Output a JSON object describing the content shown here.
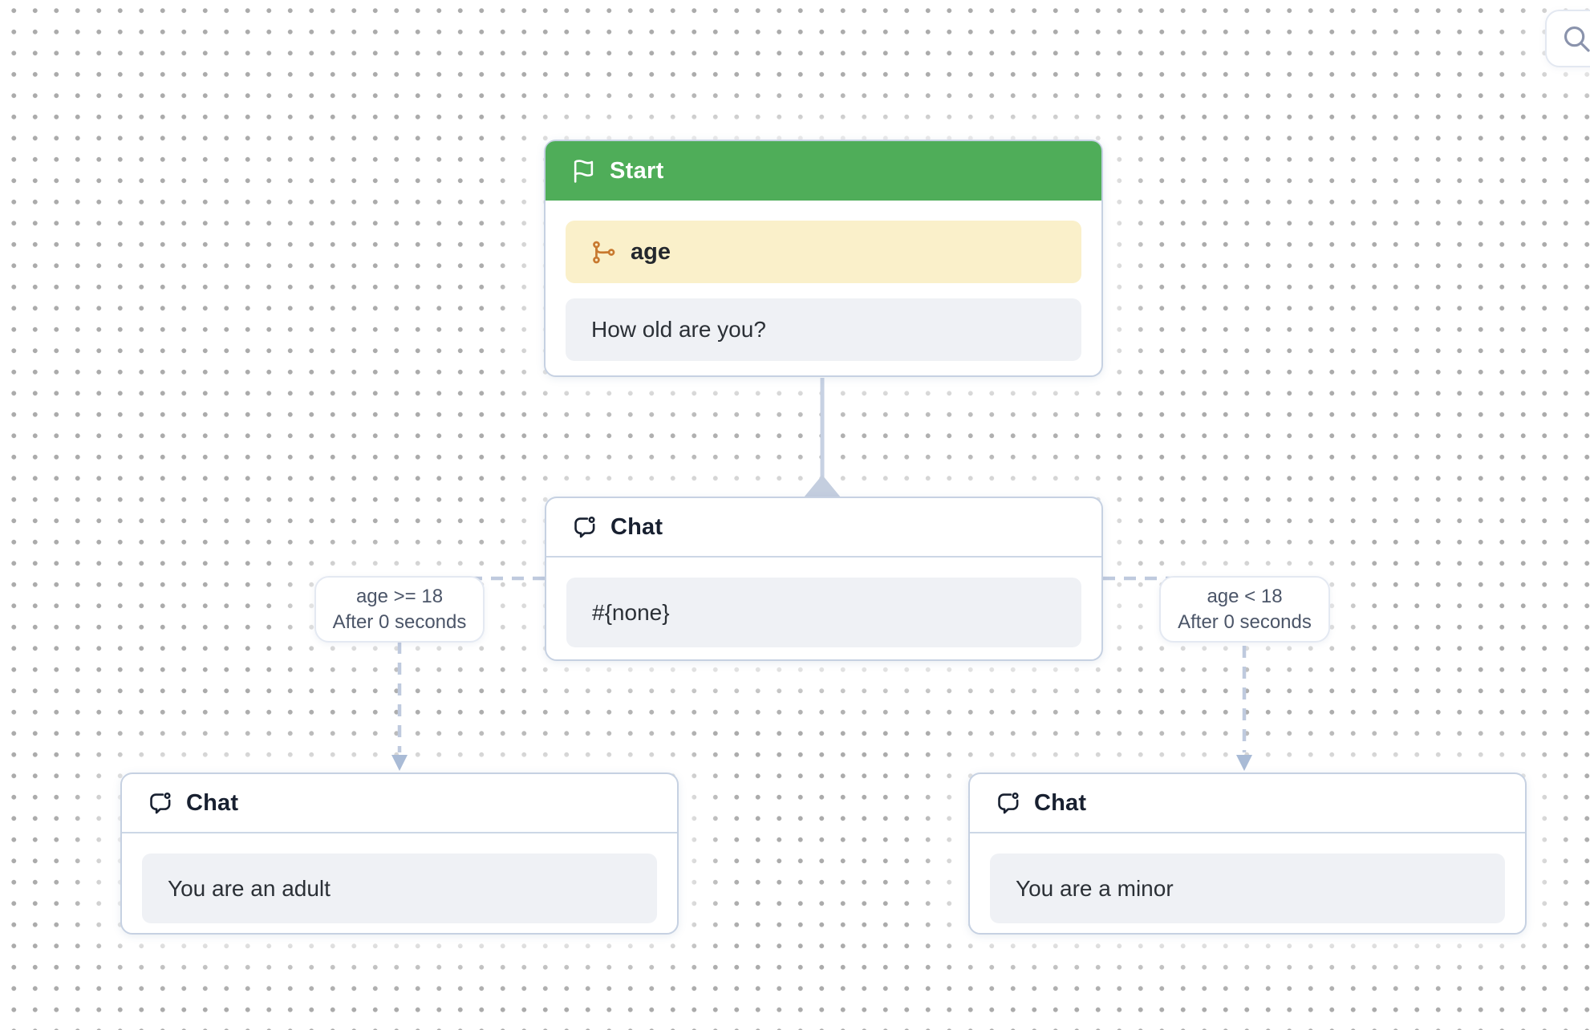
{
  "canvas": {
    "background_color": "#ffffff",
    "dot_color": "#ababab"
  },
  "toolbar": {
    "search_button_icon": "search"
  },
  "nodes": {
    "start": {
      "title": "Start",
      "title_icon": "flag",
      "variable_label": "age",
      "variable_icon": "variable-fork",
      "question": "How old are you?"
    },
    "chat_main": {
      "title": "Chat",
      "title_icon": "chat-bubble-dot",
      "message": "#{none}"
    },
    "chat_adult": {
      "title": "Chat",
      "title_icon": "chat-bubble-dot",
      "message": "You are an adult"
    },
    "chat_minor": {
      "title": "Chat",
      "title_icon": "chat-bubble-dot",
      "message": "You are a minor"
    }
  },
  "edges": {
    "left": {
      "condition": "age >= 18",
      "timing": "After 0 seconds"
    },
    "right": {
      "condition": "age < 18",
      "timing": "After 0 seconds"
    }
  },
  "colors": {
    "start_header_green": "#4fad59",
    "variable_row_bg": "#faf0ca",
    "variable_icon_orange": "#c8792f",
    "bubble_row_bg": "#eff1f5",
    "node_border": "#c6d1e2",
    "edge_line": "#bfcade",
    "edge_arrow": "#a9bbd6",
    "label_text": "#4b5568"
  }
}
